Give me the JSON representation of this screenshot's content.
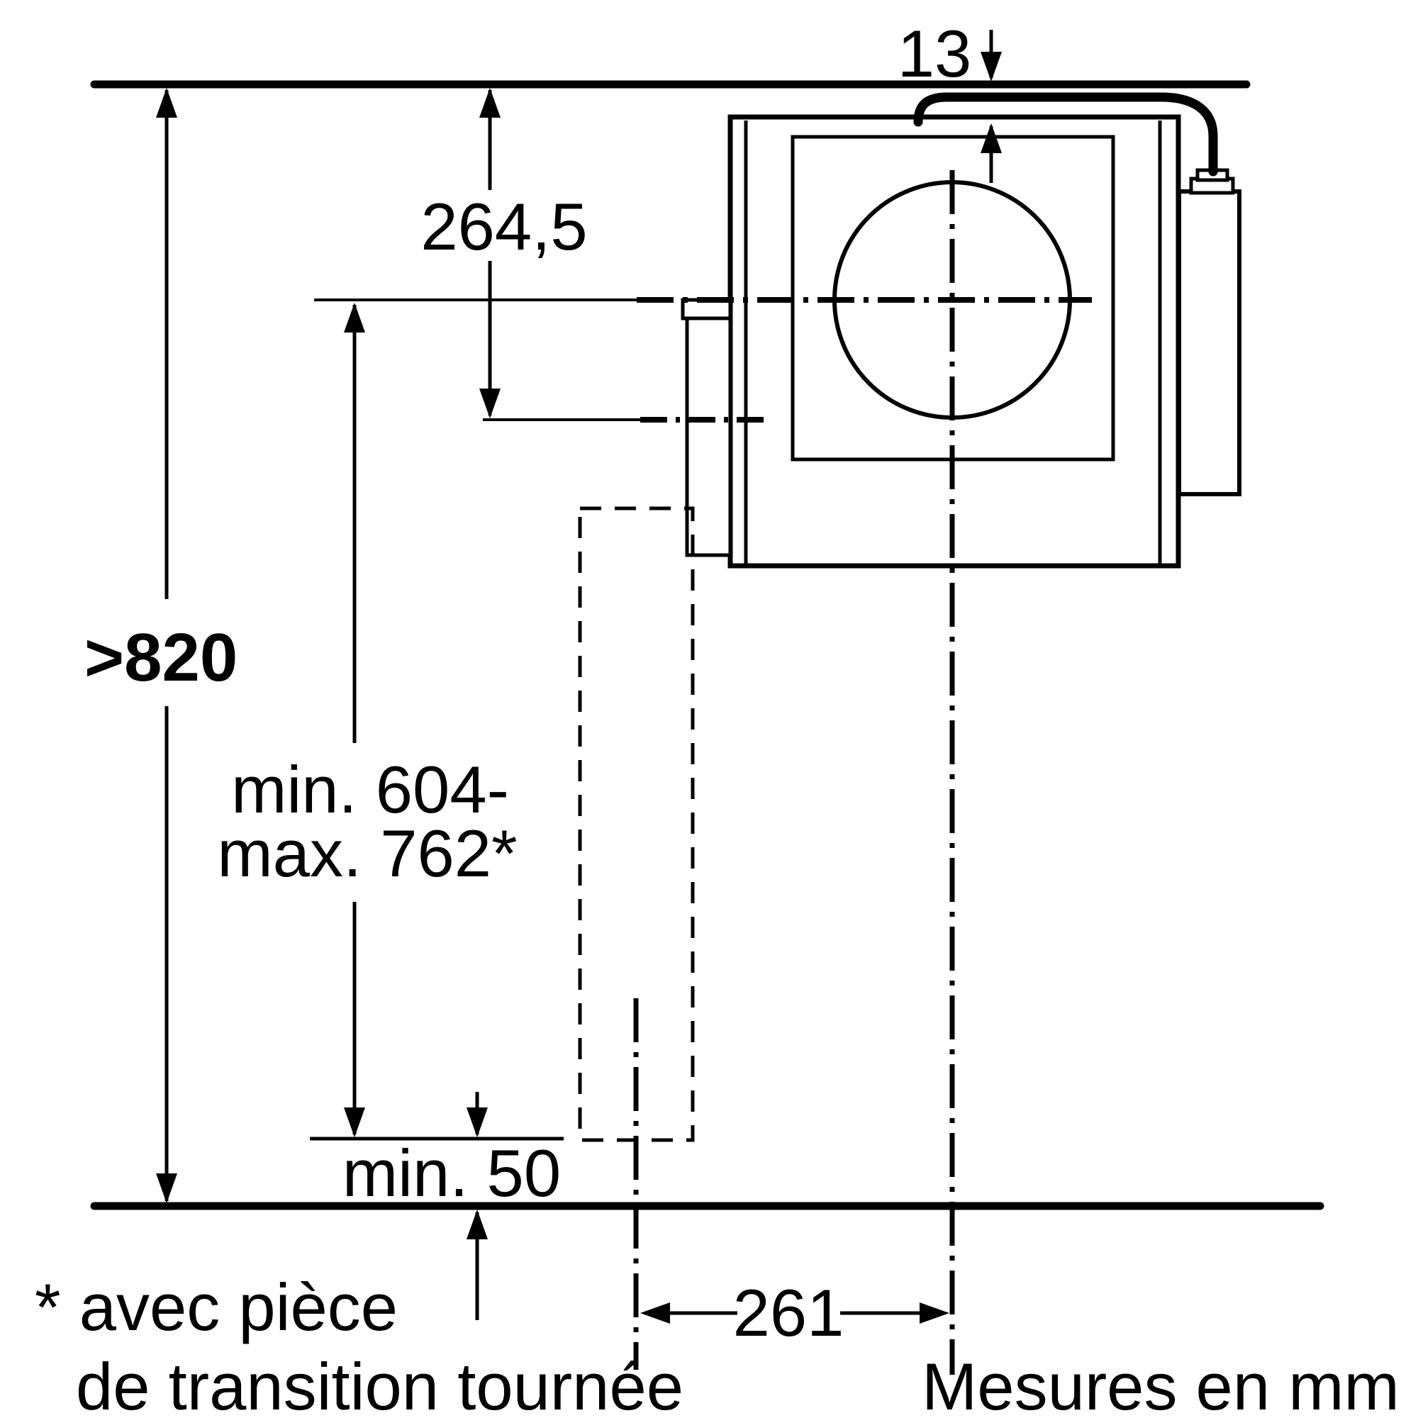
{
  "drawing": {
    "units_note": "Mesures en mm",
    "footnote": {
      "line1": "* avec pièce",
      "line2": "de transition tournée"
    },
    "dimensions": {
      "ceiling_gap": "13",
      "duct_axis_from_ceiling": "264,5",
      "min_total_height": ">820",
      "hood_height_range_line1": "min. 604-",
      "hood_height_range_line2": "max. 762*",
      "min_clearance_bottom": "min. 50",
      "duct_horizontal_offset": "261"
    },
    "colors": {
      "line": "#000000",
      "background": "#ffffff"
    }
  }
}
